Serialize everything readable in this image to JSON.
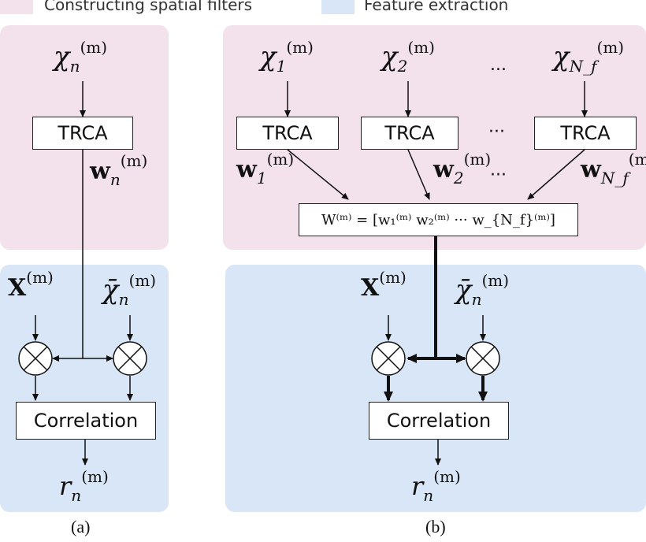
{
  "legend": {
    "spatial_filters": "Constructing spatial filters",
    "feature_extraction": "Feature extraction",
    "spatial_color": "#f3e2ec",
    "feature_color": "#d9e6f8"
  },
  "panel_a": {
    "caption": "(a)",
    "input_symbol": "χ",
    "input_sub": "n",
    "trca_label": "TRCA",
    "weight_symbol": "w",
    "weight_sub": "n",
    "X_symbol": "X",
    "template_symbol": "χ̄",
    "template_sub": "n",
    "correlation_label": "Correlation",
    "output_symbol": "r",
    "output_sub": "n",
    "superscript": "(m)"
  },
  "panel_b": {
    "caption": "(b)",
    "inputs": [
      {
        "symbol": "χ",
        "sub": "1"
      },
      {
        "symbol": "χ",
        "sub": "2"
      },
      {
        "symbol": "χ",
        "sub": "N_f"
      }
    ],
    "trca_labels": [
      "TRCA",
      "TRCA",
      "TRCA"
    ],
    "weights": [
      {
        "symbol": "w",
        "sub": "1"
      },
      {
        "symbol": "w",
        "sub": "2"
      },
      {
        "symbol": "w",
        "sub": "N_f"
      }
    ],
    "ellipsis": "···",
    "ellipsis_top": "...",
    "W_expression": "W⁽ᵐ⁾ = [w₁⁽ᵐ⁾  w₂⁽ᵐ⁾  ··· w_{N_f}⁽ᵐ⁾]",
    "X_symbol": "X",
    "template_symbol": "χ̄",
    "template_sub": "n",
    "correlation_label": "Correlation",
    "output_symbol": "r",
    "output_sub": "n",
    "superscript": "(m)"
  }
}
